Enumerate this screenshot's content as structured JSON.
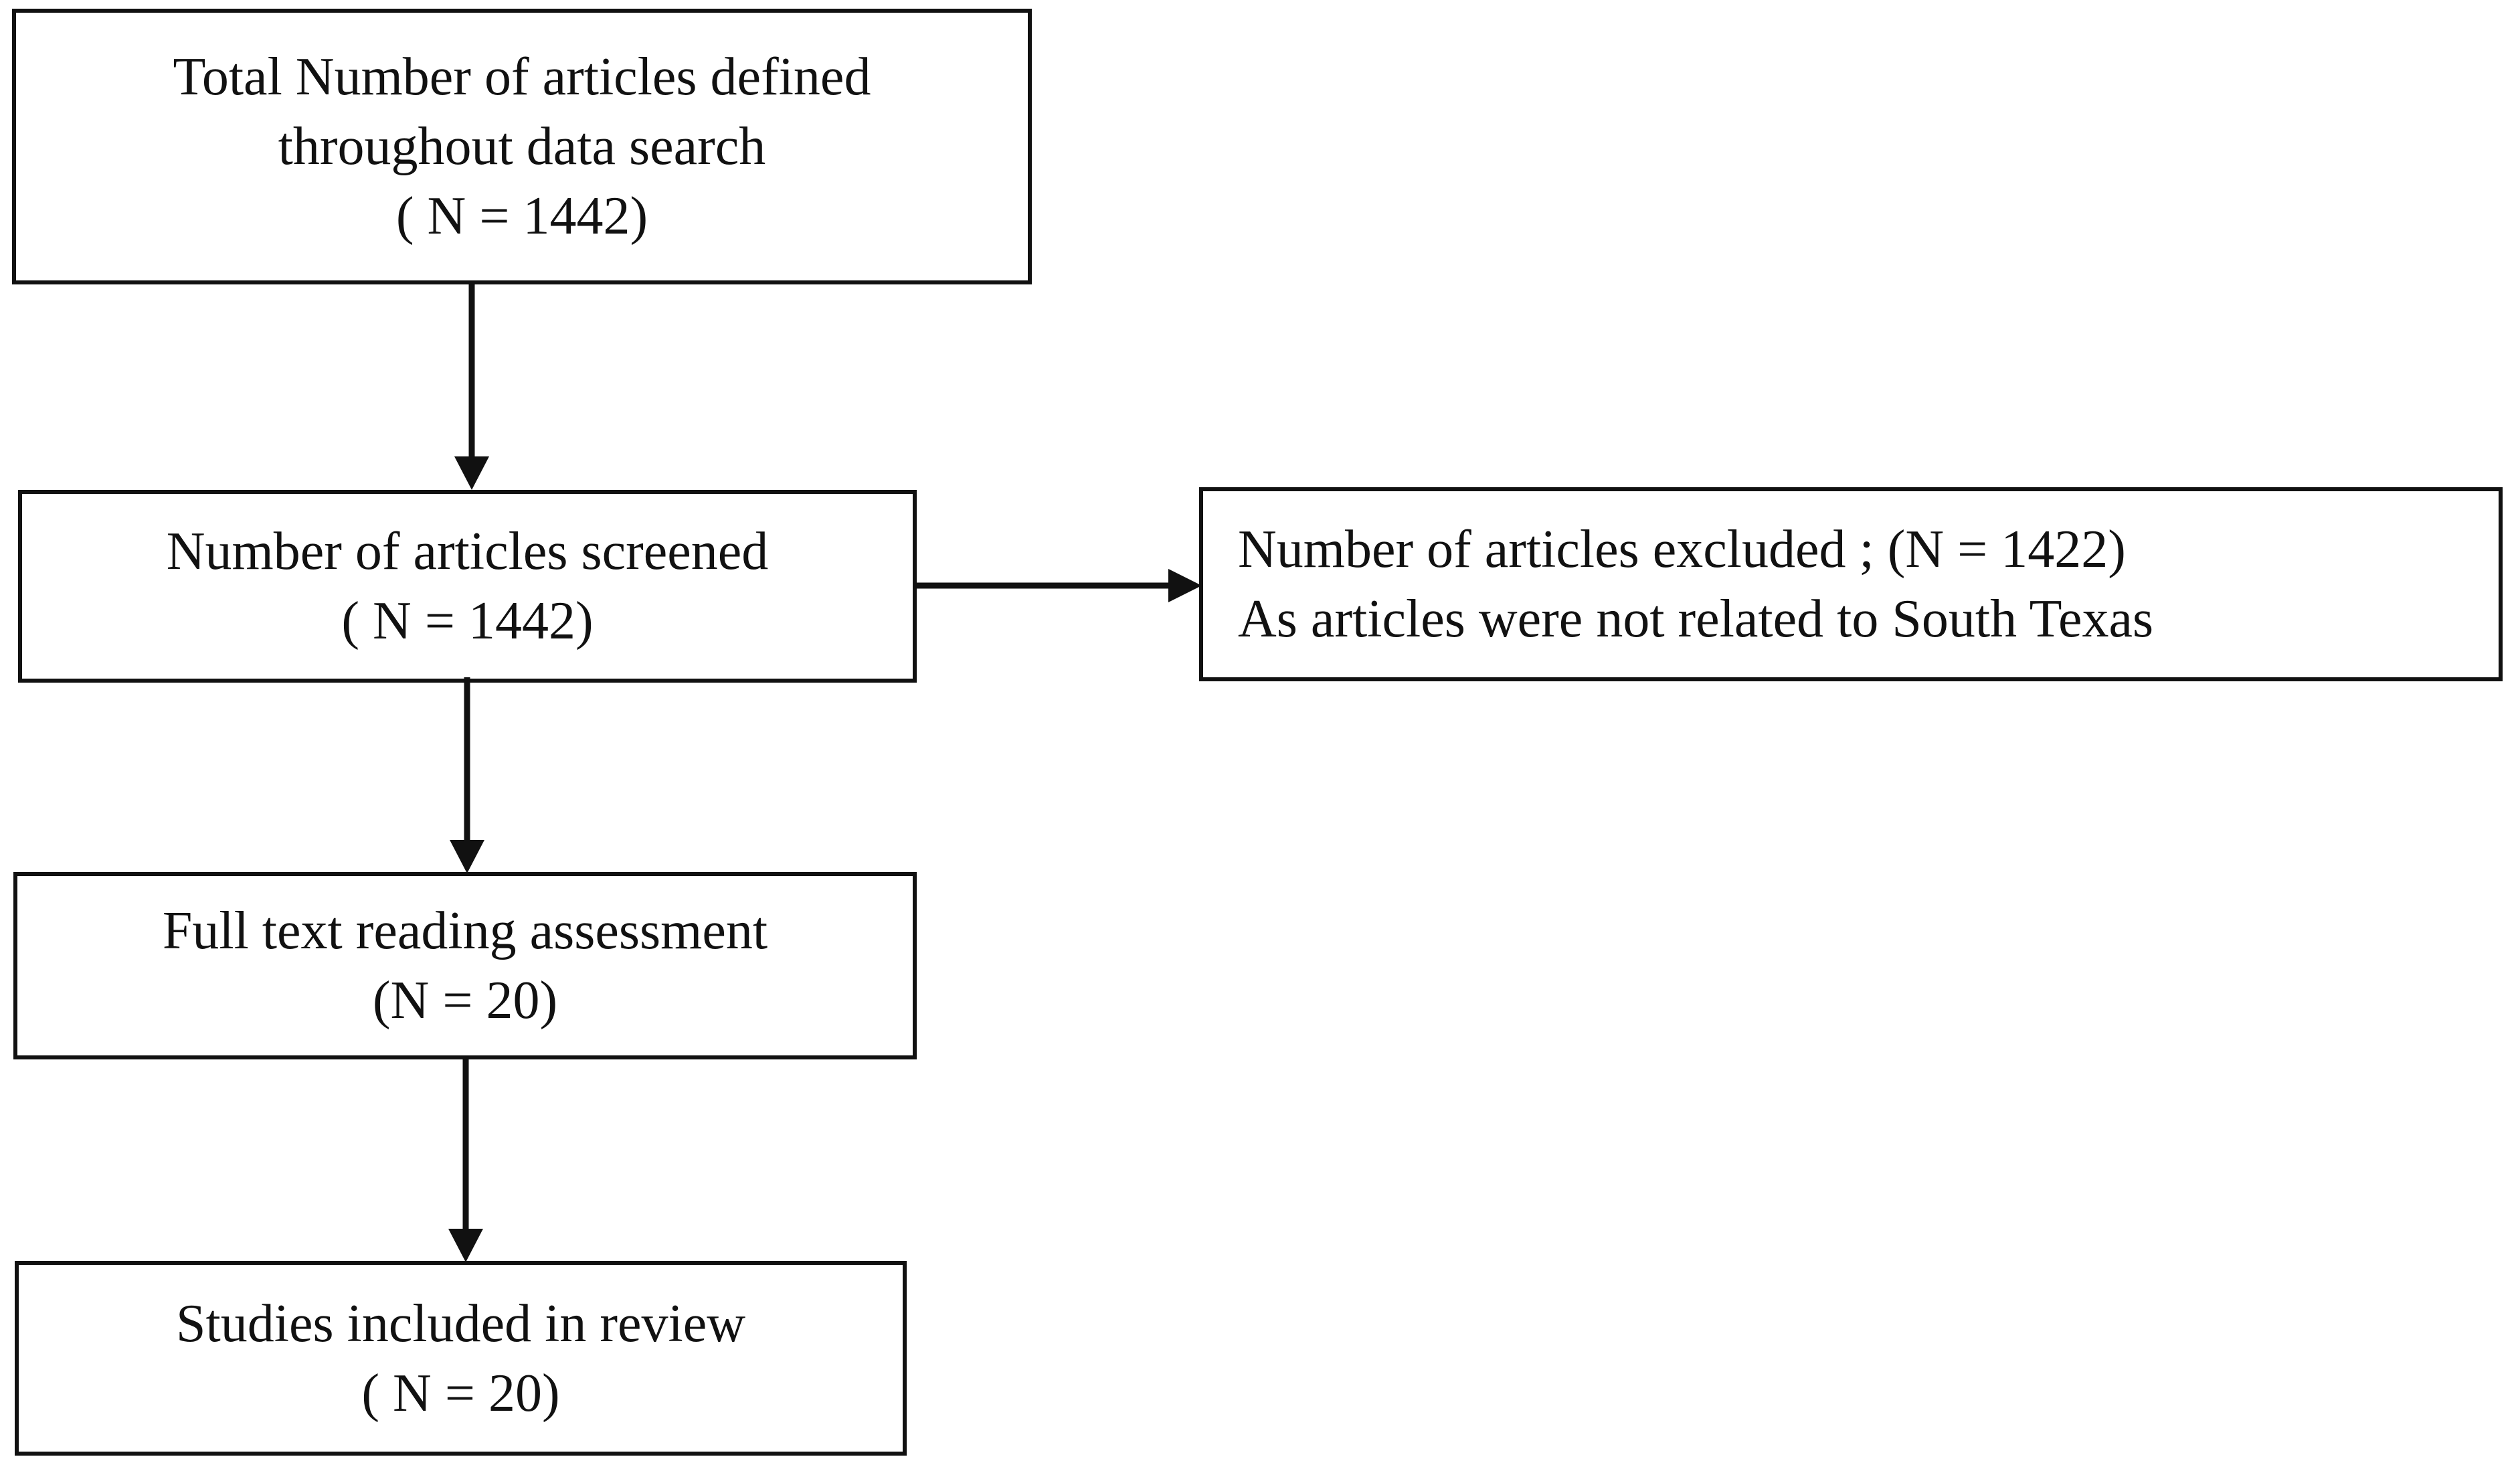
{
  "diagram": {
    "title": "PRISMA article selection flow diagram",
    "background_color": "#ffffff",
    "line_color": "#111111",
    "nodes": [
      {
        "id": "total-articles",
        "name": "total-articles-box",
        "align": "center",
        "lines": [
          "Total Number of articles defined",
          "throughout data search",
          "( N = 1442)"
        ]
      },
      {
        "id": "articles-screened",
        "name": "articles-screened-box",
        "align": "center",
        "lines": [
          "Number of articles screened",
          "( N = 1442)"
        ]
      },
      {
        "id": "articles-excluded",
        "name": "articles-excluded-box",
        "align": "left",
        "lines": [
          "Number of articles excluded ; (N = 1422)",
          "As articles were not related to South Texas"
        ]
      },
      {
        "id": "full-text-assessment",
        "name": "full-text-assessment-box",
        "align": "center",
        "lines": [
          "Full text reading assessment",
          "(N = 20)"
        ]
      },
      {
        "id": "studies-included",
        "name": "studies-included-box",
        "align": "center",
        "lines": [
          "Studies included in review",
          "( N = 20)"
        ]
      }
    ],
    "connectors": [
      {
        "id": "arrow-total-to-screened",
        "from": "total-articles",
        "to": "articles-screened",
        "direction": "down"
      },
      {
        "id": "arrow-screened-to-excluded",
        "from": "articles-screened",
        "to": "articles-excluded",
        "direction": "right"
      },
      {
        "id": "arrow-screened-to-fulltext",
        "from": "articles-screened",
        "to": "full-text-assessment",
        "direction": "down"
      },
      {
        "id": "arrow-fulltext-to-included",
        "from": "full-text-assessment",
        "to": "studies-included",
        "direction": "down"
      }
    ]
  }
}
